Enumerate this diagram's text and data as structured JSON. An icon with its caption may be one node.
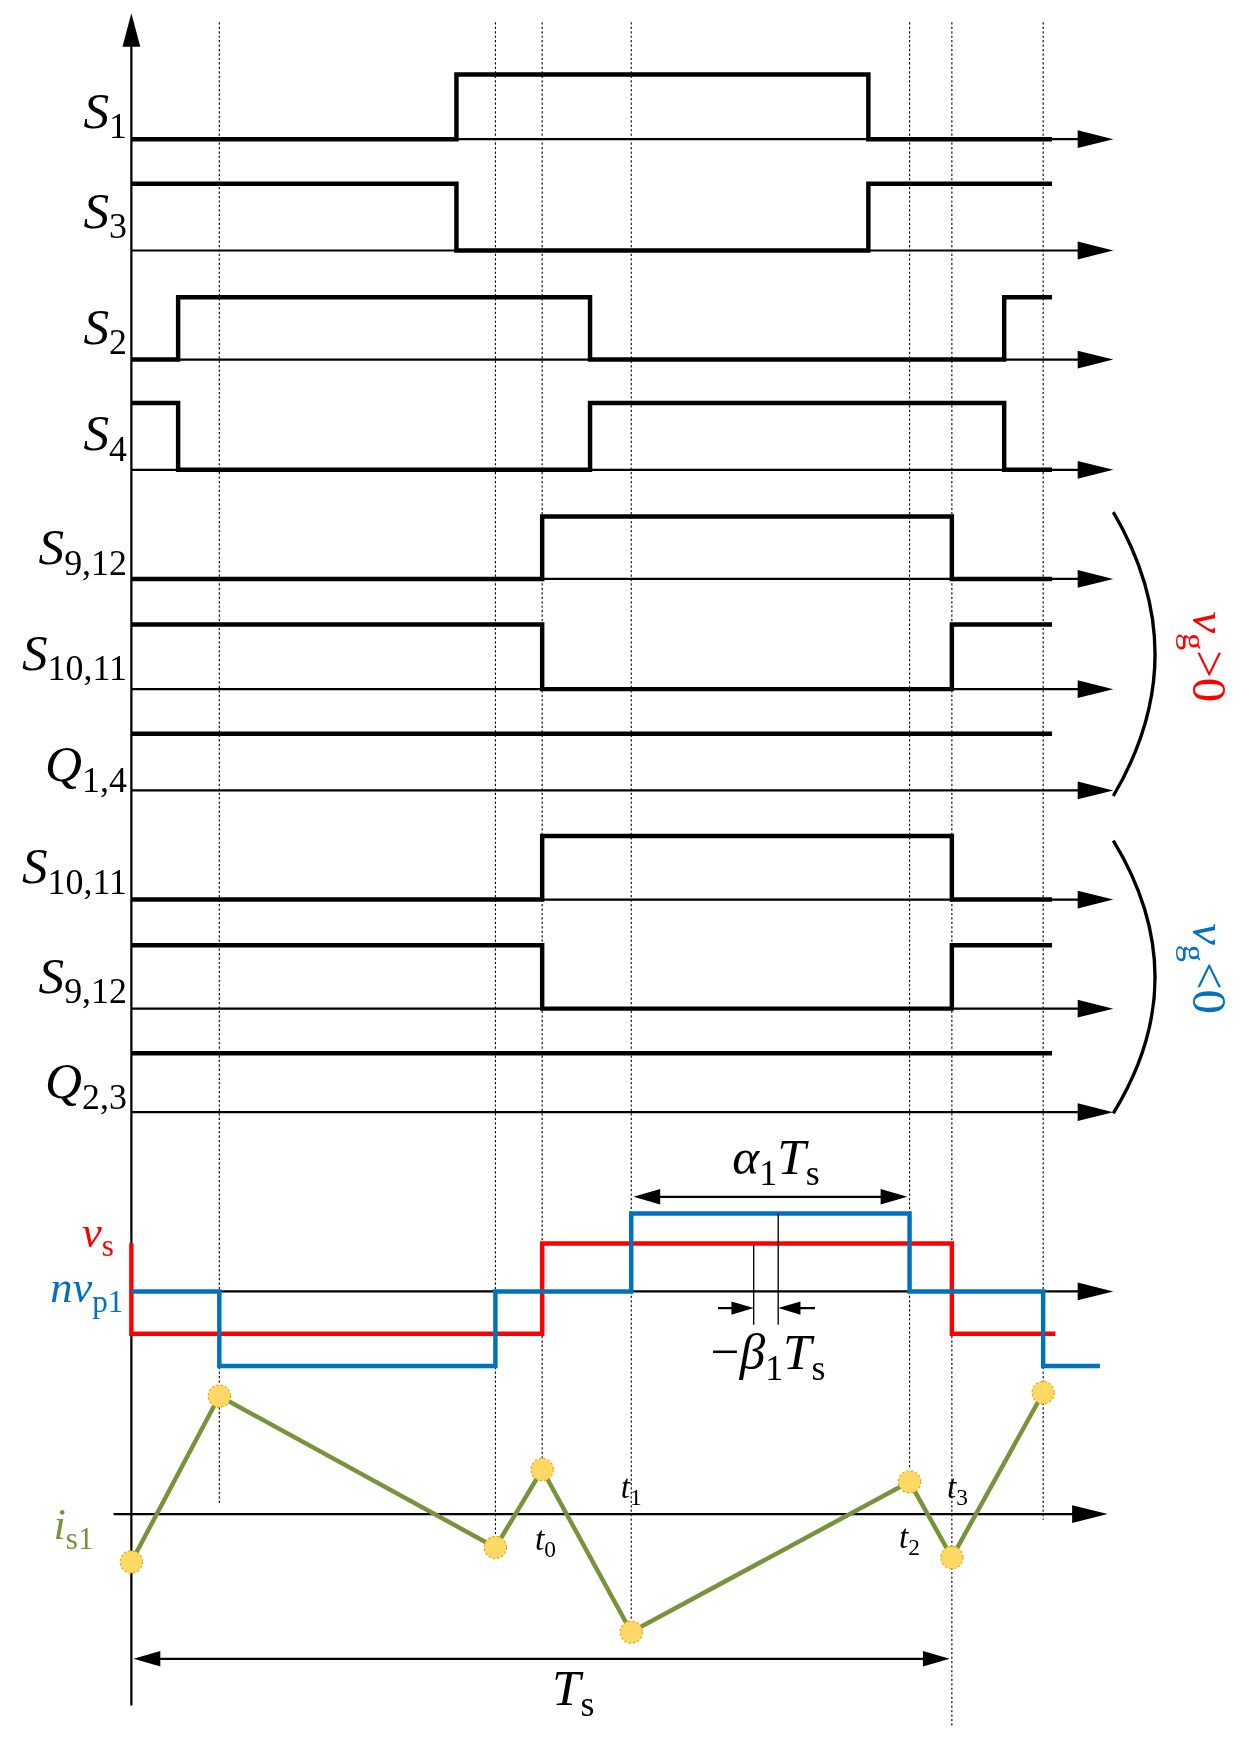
{
  "diagram": {
    "labels": [
      "*S*$_{1}$",
      "*S*$_{3}$",
      "*S*$_{2}$",
      "*S*$_{4}$",
      "*S*$_{9,12}$",
      "*v*$_{g}$>0",
      "*S*$_{10,11}$",
      "*Q*$_{1,4}$",
      "*S*$_{10,11}$",
      "*v*$_{g}$<0",
      "*S*$_{9,12}$",
      "*Q*$_{2,3}$",
      "*α*$_{1}$*T*$_{s}$",
      "*v*$_{s}$",
      "*nv*$_{p1}$",
      "−*β*$_{1}$*T*$_{s}$",
      "*t*$_{1}$",
      "*t*$_{3}$",
      "*i*$_{s1}$",
      "*t*$_{0}$",
      "*t*$_{2}$",
      "*T*$_{s}$"
    ]
  }
}
